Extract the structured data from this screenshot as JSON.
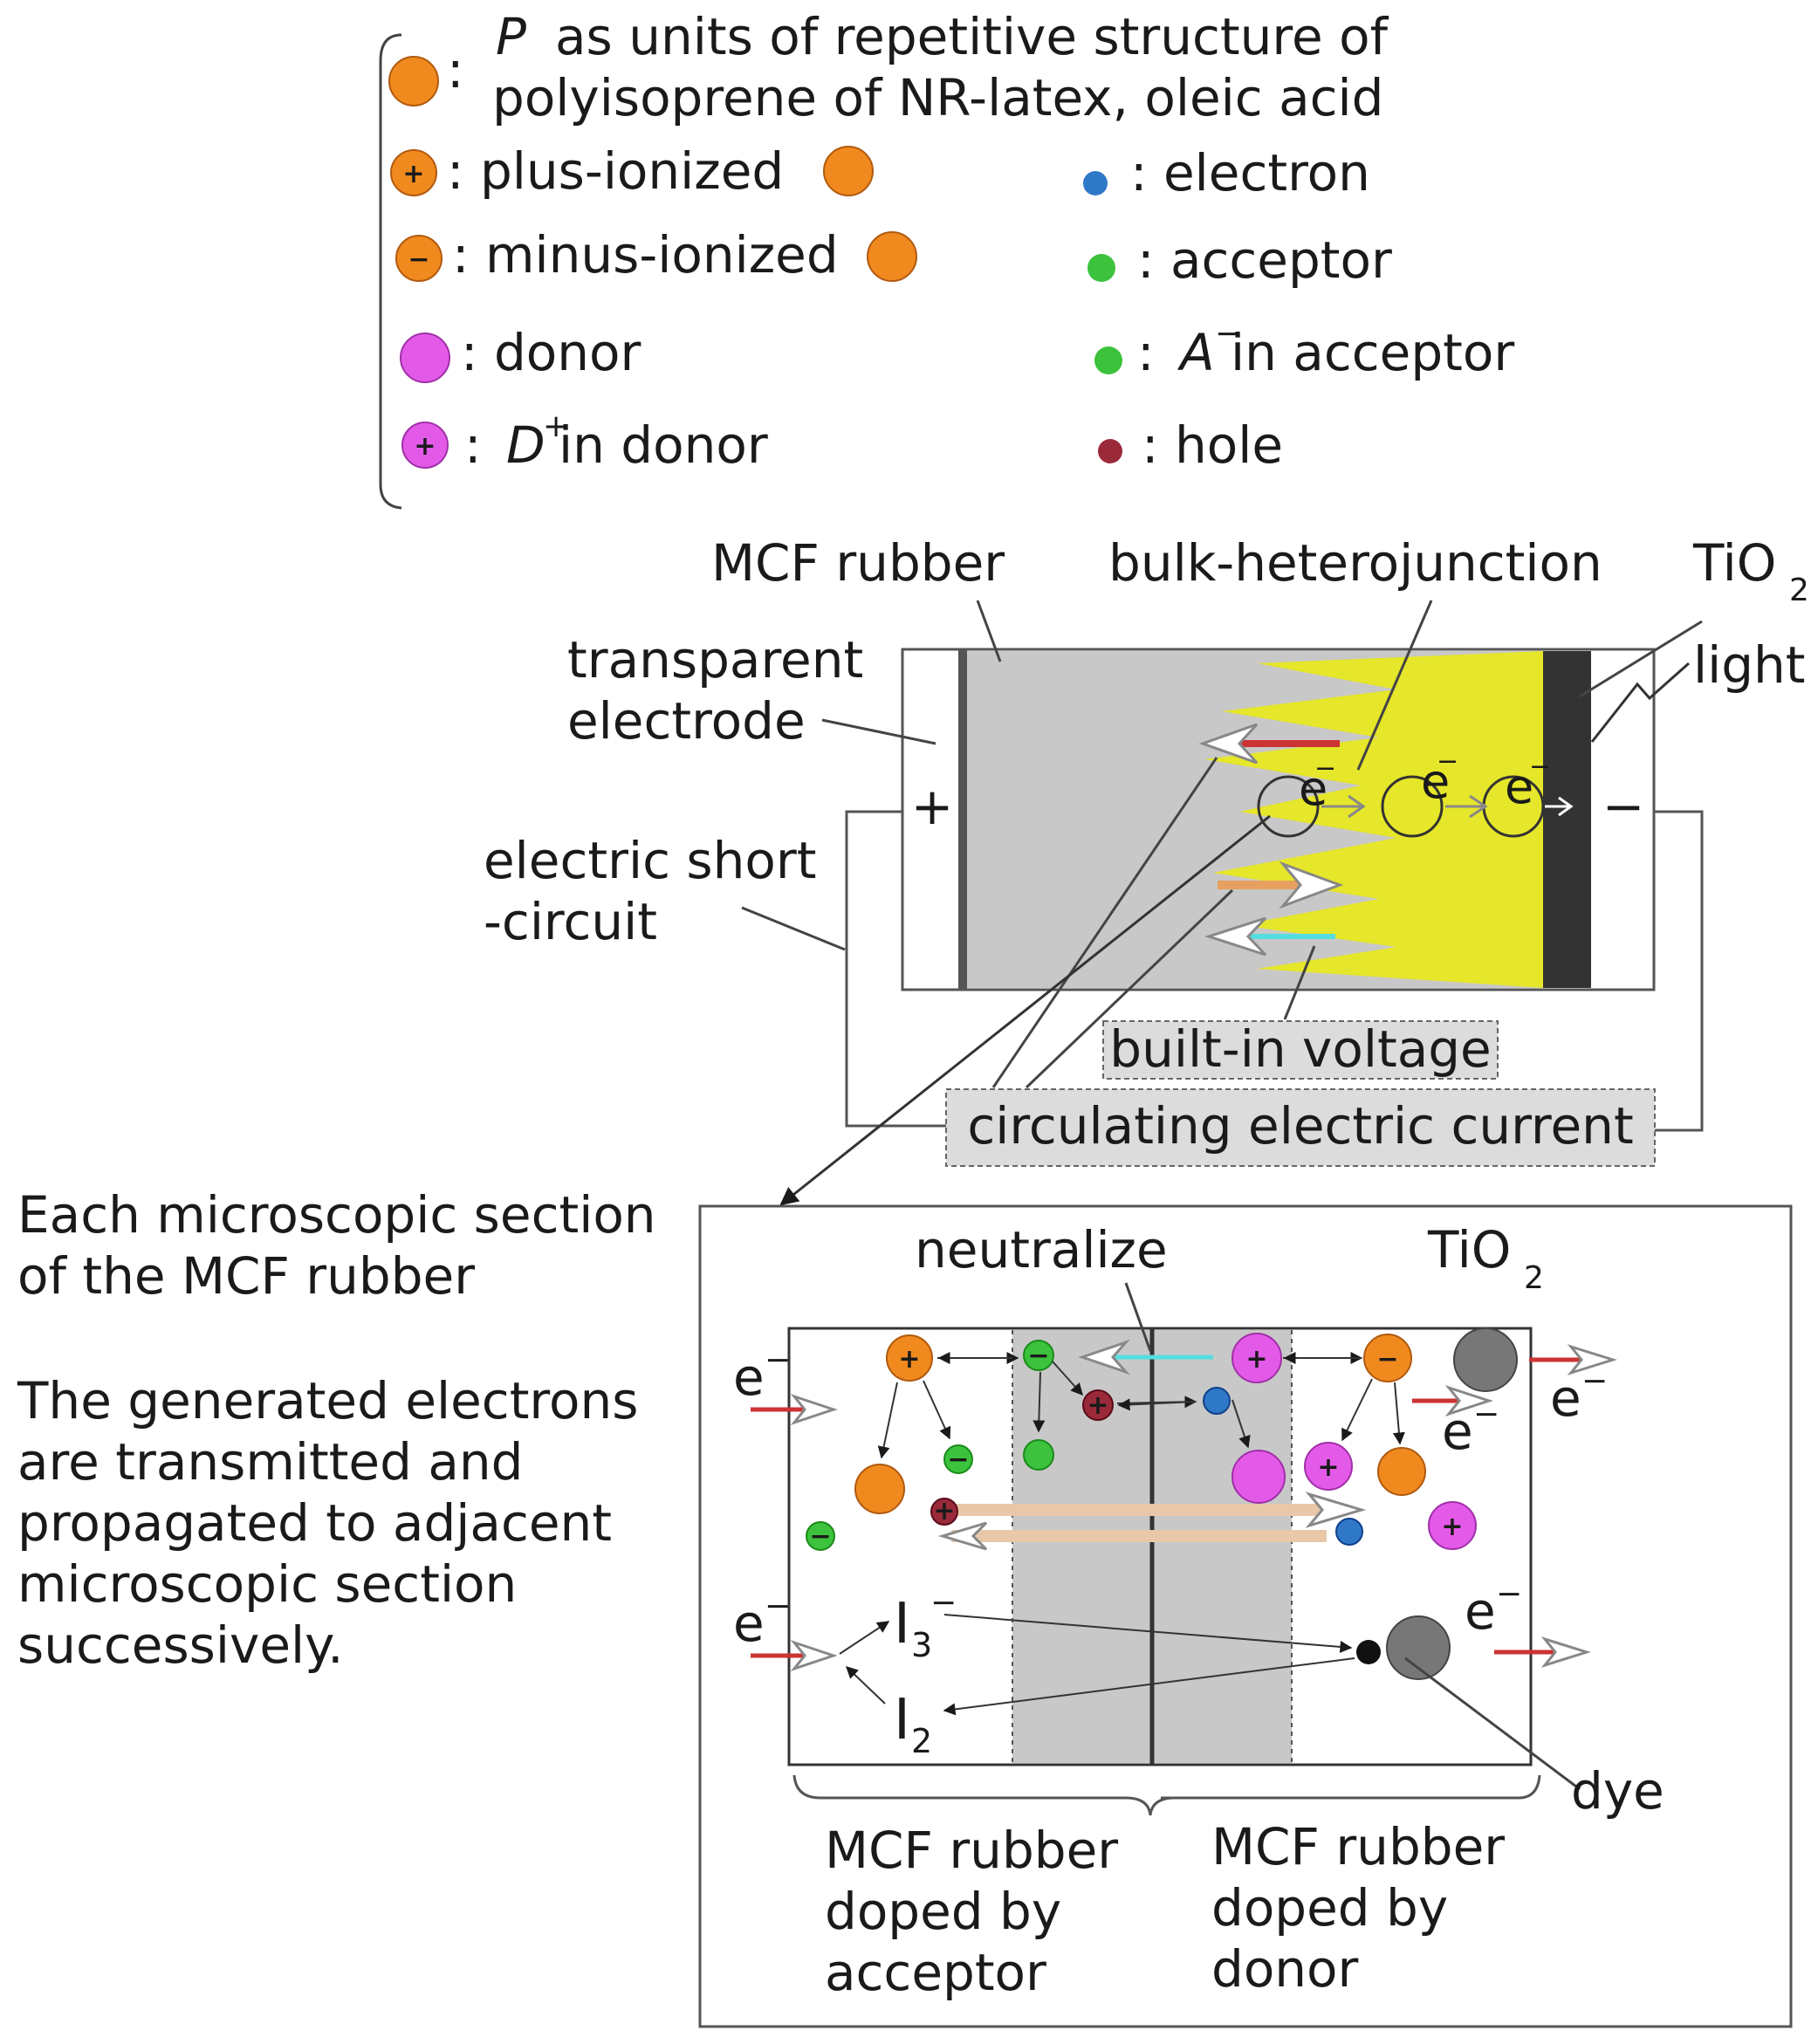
{
  "legend": {
    "p_prefix": "P",
    "p_line1": "as units of repetitive structure of",
    "p_line2": "polyisoprene of NR-latex, oleic acid",
    "colon": ":",
    "plus_ionized": ": plus-ionized",
    "minus_ionized": ": minus-ionized",
    "donor": ": donor",
    "d_prefix": ": ",
    "d_symbol": "D",
    "d_sup": "+",
    "d_suffix": " in donor",
    "electron": ": electron",
    "acceptor": ": acceptor",
    "a_prefix": ": ",
    "a_symbol": "A",
    "a_sup": "−",
    "a_suffix": " in acceptor",
    "hole": ": hole"
  },
  "cell": {
    "mcf_rubber": "MCF rubber",
    "bulk_heterojunction": "bulk-heterojunction",
    "tio2_base": "TiO",
    "tio2_sub": "2",
    "light": "light",
    "transparent_electrode_1": "transparent",
    "transparent_electrode_2": "electrode",
    "plus_terminal": "+",
    "minus_terminal": "−",
    "electric_short_1": "electric short",
    "electric_short_2": "-circuit",
    "built_in_voltage": "built-in voltage",
    "circulating_current": "circulating electric current",
    "e_charge": "e",
    "minus_sign": "−"
  },
  "note": {
    "line1": "Each microscopic section",
    "line2": "of the MCF rubber",
    "para_1": "The generated electrons",
    "para_2": "are transmitted and",
    "para_3": "propagated to adjacent",
    "para_4": "microscopic section",
    "para_5": "successively."
  },
  "micro": {
    "neutralize": "neutralize",
    "tio2_base": "TiO",
    "tio2_sub": "2",
    "e_base": "e",
    "e_sup": "−",
    "i3_base": "I",
    "i3_sub": "3",
    "i3_sup": "−",
    "i2_base": "I",
    "i2_sub": "2",
    "dye": "dye",
    "acc_label_1": "MCF rubber",
    "acc_label_2": "doped by",
    "acc_label_3": "acceptor",
    "don_label_1": "MCF rubber",
    "don_label_2": "doped by",
    "don_label_3": "donor",
    "plus": "+",
    "minus": "−"
  },
  "colors": {
    "orange": "#f08a1e",
    "magenta": "#e45ae8",
    "electron_blue": "#2f78c8",
    "acceptor_green": "#3cc23c",
    "hole_red": "#9a2a3a",
    "yellow": "#e6e62a",
    "gray": "#c8c8c8",
    "dark_tio2": "#333333",
    "red_arrow": "#cc3333",
    "orange_arrow": "#e8a060",
    "cyan_arrow": "#55dde0"
  }
}
